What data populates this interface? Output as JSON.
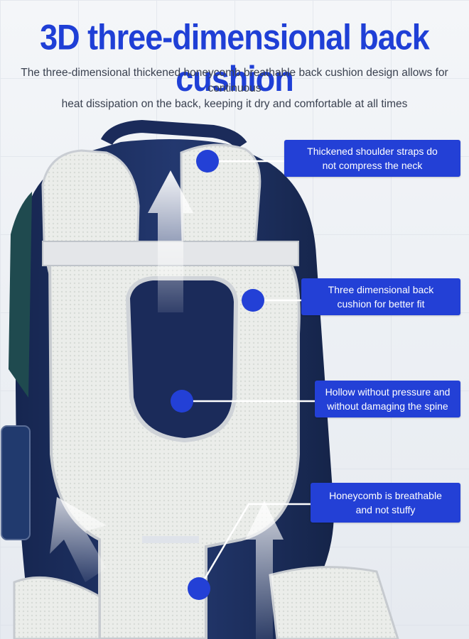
{
  "title": "3D three-dimensional back cushion",
  "subtitle_line1": "The three-dimensional thickened honeycomb breathable back cushion design allows for continuous",
  "subtitle_line2": "heat dissipation on the back, keeping it dry and comfortable at all times",
  "colors": {
    "accent": "#2340d6",
    "title": "#1f3fd6",
    "bag_navy": "#1d2f63",
    "cushion": "#e9ecea"
  },
  "callouts": [
    {
      "line1": "Thickened shoulder straps do",
      "line2": "not compress the neck"
    },
    {
      "line1": "Three dimensional back",
      "line2": "cushion for better fit"
    },
    {
      "line1": "Hollow without pressure and",
      "line2": "without damaging the spine"
    },
    {
      "line1": "Honeycomb is breathable",
      "line2": "and not stuffy"
    }
  ]
}
